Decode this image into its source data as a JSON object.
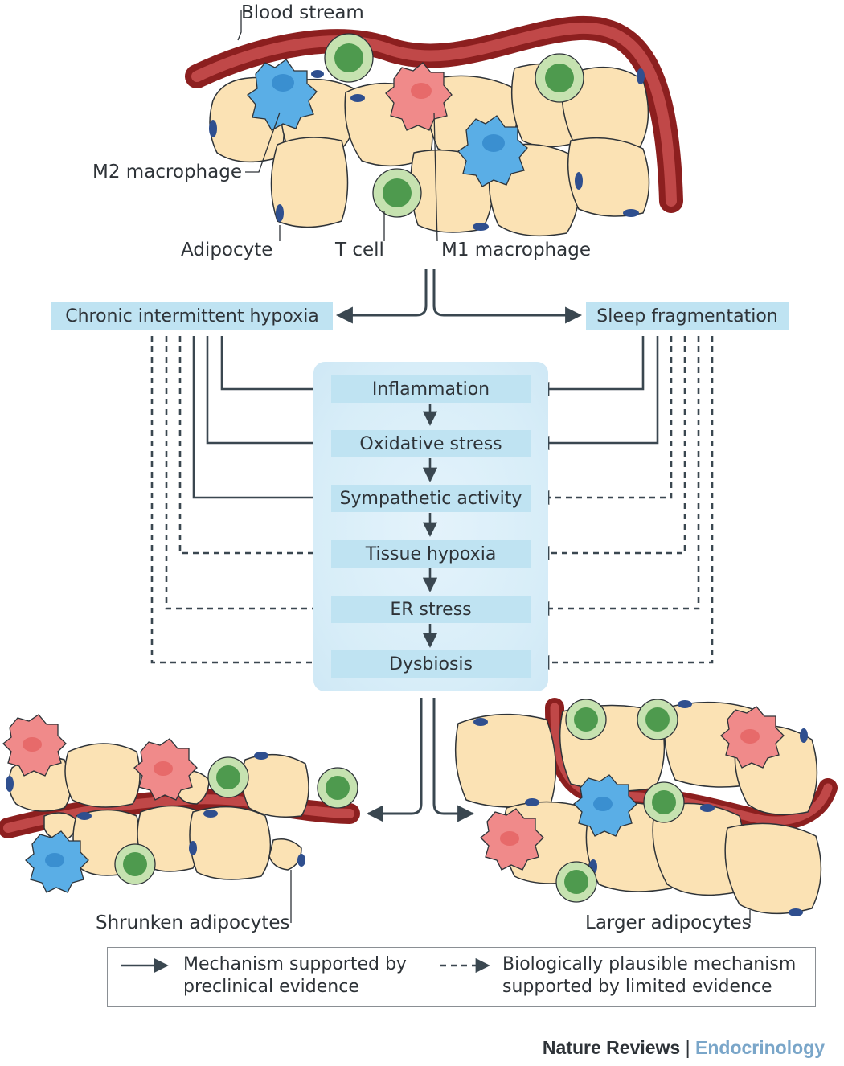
{
  "labels": {
    "blood_stream": "Blood stream",
    "m2_macrophage": "M2 macrophage",
    "adipocyte": "Adipocyte",
    "t_cell": "T cell",
    "m1_macrophage": "M1 macrophage",
    "shrunken_adipocytes": "Shrunken adipocytes",
    "larger_adipocytes": "Larger adipocytes"
  },
  "causes": {
    "left": "Chronic intermittent hypoxia",
    "right": "Sleep fragmentation"
  },
  "cascade": [
    "Inflammation",
    "Oxidative stress",
    "Sympathetic activity",
    "Tissue hypoxia",
    "ER stress",
    "Dysbiosis"
  ],
  "legend": {
    "solid_line1": "Mechanism supported by",
    "solid_line2": "preclinical evidence",
    "dashed_line1": "Biologically plausible mechanism",
    "dashed_line2": "supported by limited evidence"
  },
  "credit": {
    "journal": "Nature Reviews",
    "separator": " | ",
    "section": "Endocrinology"
  },
  "colors": {
    "arrow": "#3a4750",
    "box_fill": "#bfe3f2",
    "adipocyte": "#fbe2b4",
    "adipocyte_nucleus": "#2f4f8f",
    "blood_vessel": "#a52a2a",
    "m1_macrophage": "#f08a8a",
    "m2_macrophage": "#5aaee6",
    "t_cell_outer": "#c6e2b0",
    "t_cell_inner": "#4e9a4e",
    "credit_section": "#7aa6c9"
  },
  "icons": [
    "adipocyte-cell",
    "blood-vessel",
    "m1-macrophage",
    "m2-macrophage",
    "t-cell"
  ]
}
